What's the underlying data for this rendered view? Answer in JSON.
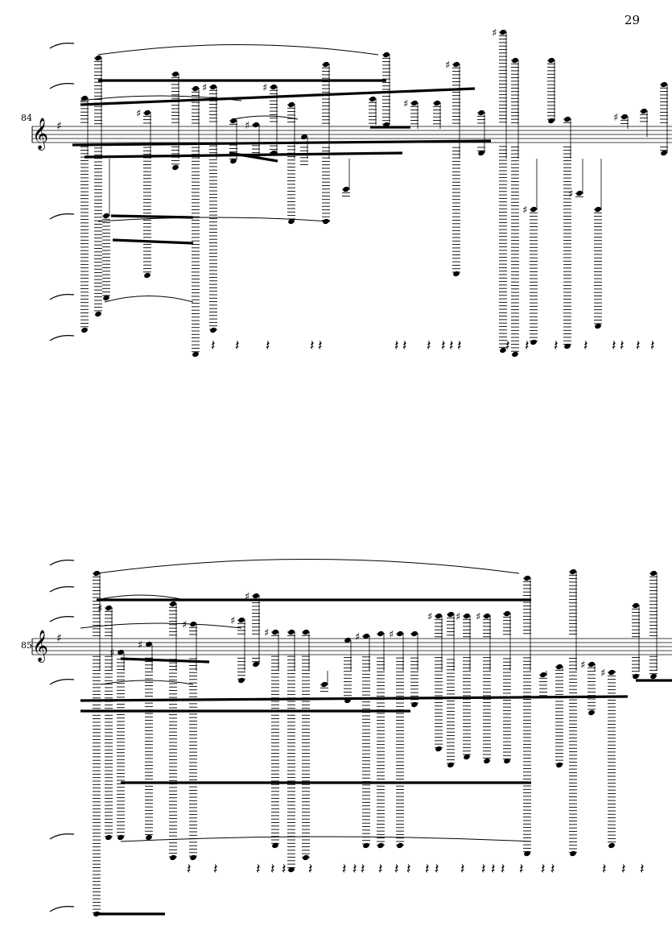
{
  "page_number": "29",
  "colors": {
    "ink": "#000000",
    "paper": "#ffffff"
  },
  "systems": [
    {
      "measure_number": "84",
      "clef": "treble-clef-icon",
      "key_signature": "F-sharp",
      "layout_seed": 84
    },
    {
      "measure_number": "85",
      "clef": "treble-clef-icon",
      "key_signature": "F-sharp",
      "layout_seed": 85
    }
  ]
}
